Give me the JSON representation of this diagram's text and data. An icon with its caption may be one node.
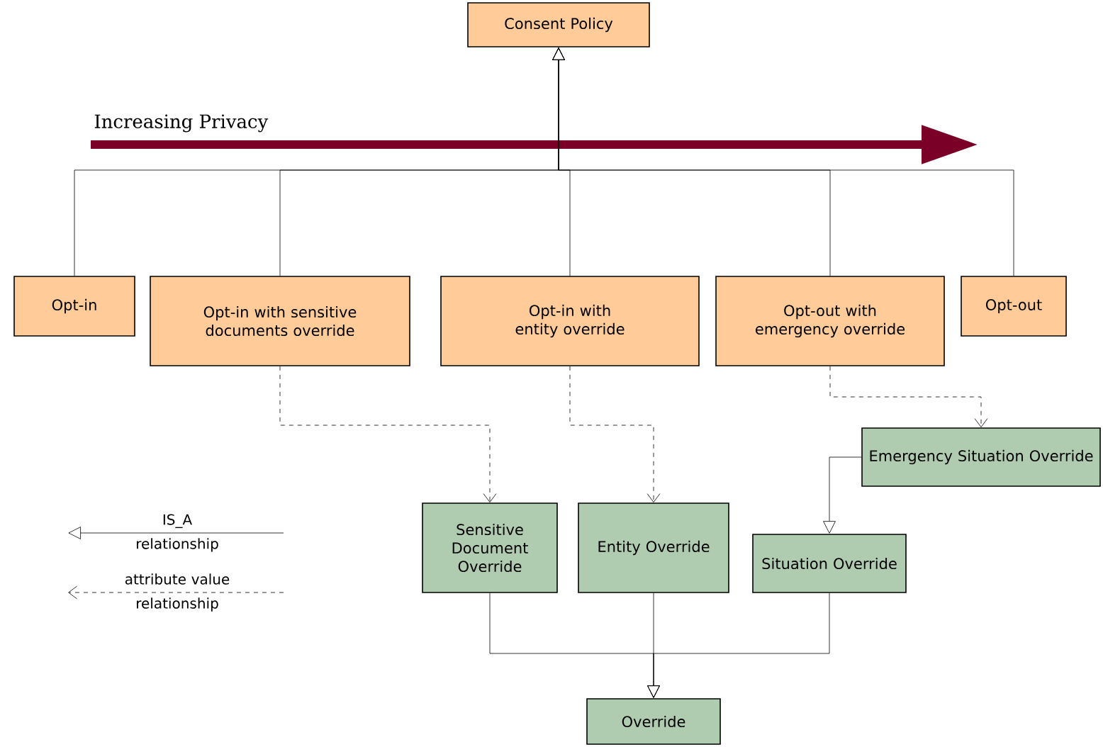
{
  "diagram": {
    "nodes": [
      {
        "text": [
          "Consent Policy"
        ]
      },
      {
        "text": [
          "Opt-in"
        ]
      },
      {
        "text": [
          "Opt-in with sensitive documents override"
        ]
      },
      {
        "text": [
          "Opt-in with entity override"
        ]
      },
      {
        "text": [
          "Opt-out with emergency override"
        ]
      },
      {
        "text": [
          "Opt-out"
        ]
      },
      {
        "text": [
          "Sensitive Document Override"
        ]
      },
      {
        "text": [
          "Entity Override"
        ]
      },
      {
        "text": [
          "Emergency Situation Override"
        ]
      },
      {
        "text": [
          "Situation Override"
        ]
      },
      {
        "text": [
          "Override"
        ]
      }
    ],
    "edges": [
      {
        "from": 1,
        "to": 0,
        "arrow": "to"
      },
      {
        "from": 2,
        "to": 0,
        "arrow": "to"
      },
      {
        "from": 3,
        "to": 0,
        "arrow": "to"
      },
      {
        "from": 4,
        "to": 0,
        "arrow": "to"
      },
      {
        "from": 5,
        "to": 0,
        "arrow": "to"
      },
      {
        "from": 2,
        "to": 6,
        "arrow": "to",
        "style": "dashed"
      },
      {
        "from": 3,
        "to": 7,
        "arrow": "to",
        "style": "dashed"
      },
      {
        "from": 4,
        "to": 8,
        "arrow": "to",
        "style": "dashed"
      },
      {
        "from": 8,
        "to": 9,
        "arrow": "to"
      },
      {
        "from": 6,
        "to": 10,
        "arrow": "to"
      },
      {
        "from": 7,
        "to": 10,
        "arrow": "to"
      },
      {
        "from": 9,
        "to": 10,
        "arrow": "to"
      }
    ],
    "labels": [
      "Increasing Privacy"
    ],
    "legend": [
      {
        "text": "IS_A relationship"
      },
      {
        "text": "attribute value relationship"
      }
    ]
  }
}
